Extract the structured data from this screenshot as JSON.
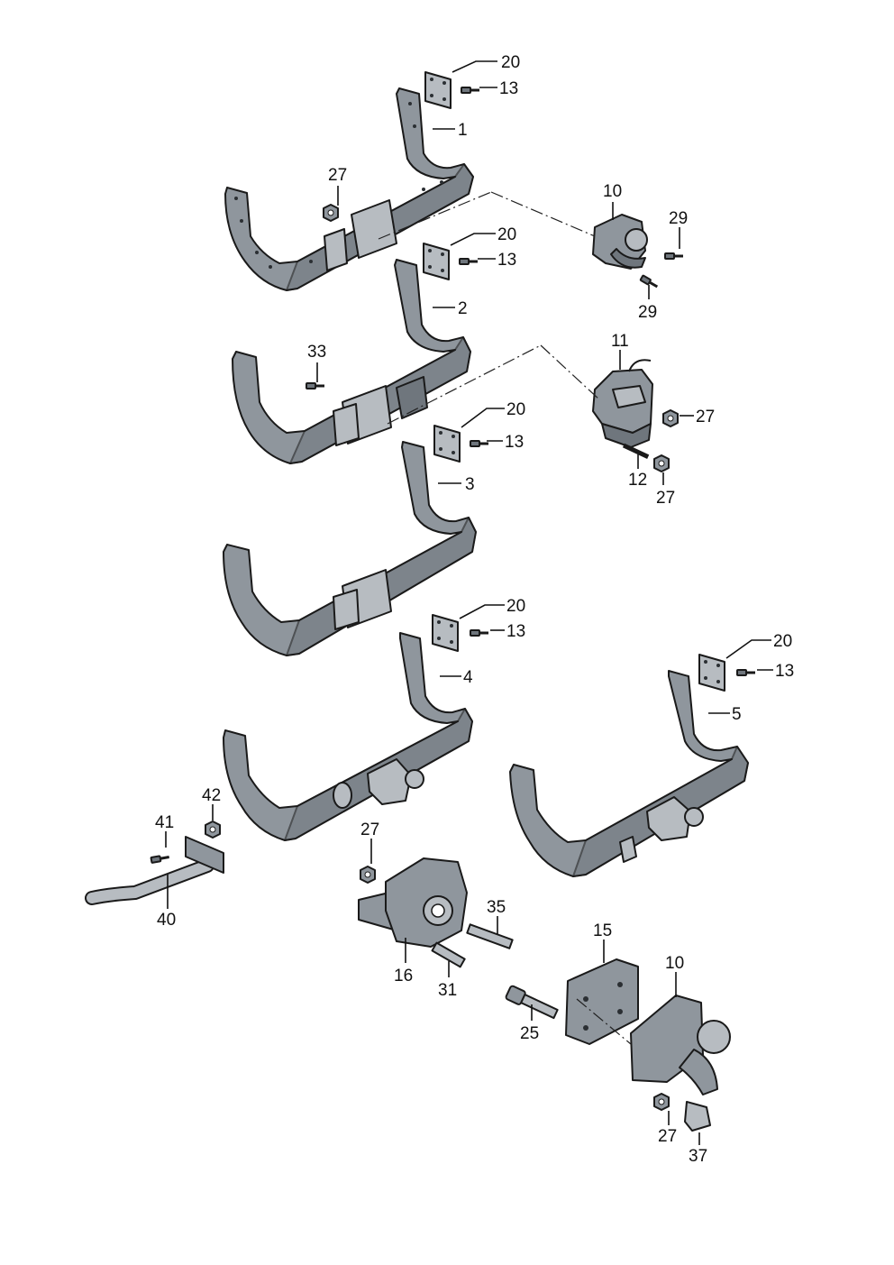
{
  "callouts": {
    "c1": "1",
    "c2": "2",
    "c3": "3",
    "c4": "4",
    "c5": "5",
    "c10a": "10",
    "c10b": "10",
    "c11": "11",
    "c12": "12",
    "c13a": "13",
    "c13b": "13",
    "c13c": "13",
    "c13d": "13",
    "c13e": "13",
    "c15": "15",
    "c16": "16",
    "c20a": "20",
    "c20b": "20",
    "c20c": "20",
    "c20d": "20",
    "c20e": "20",
    "c25": "25",
    "c27a": "27",
    "c27b": "27",
    "c27c": "27",
    "c27d": "27",
    "c27e": "27",
    "c29a": "29",
    "c29b": "29",
    "c31": "31",
    "c33": "33",
    "c35": "35",
    "c37": "37",
    "c40": "40",
    "c41": "41",
    "c42": "42"
  },
  "colors": {
    "part_fill": "#8f969d",
    "outline": "#1a1a1a",
    "background": "#ffffff"
  }
}
